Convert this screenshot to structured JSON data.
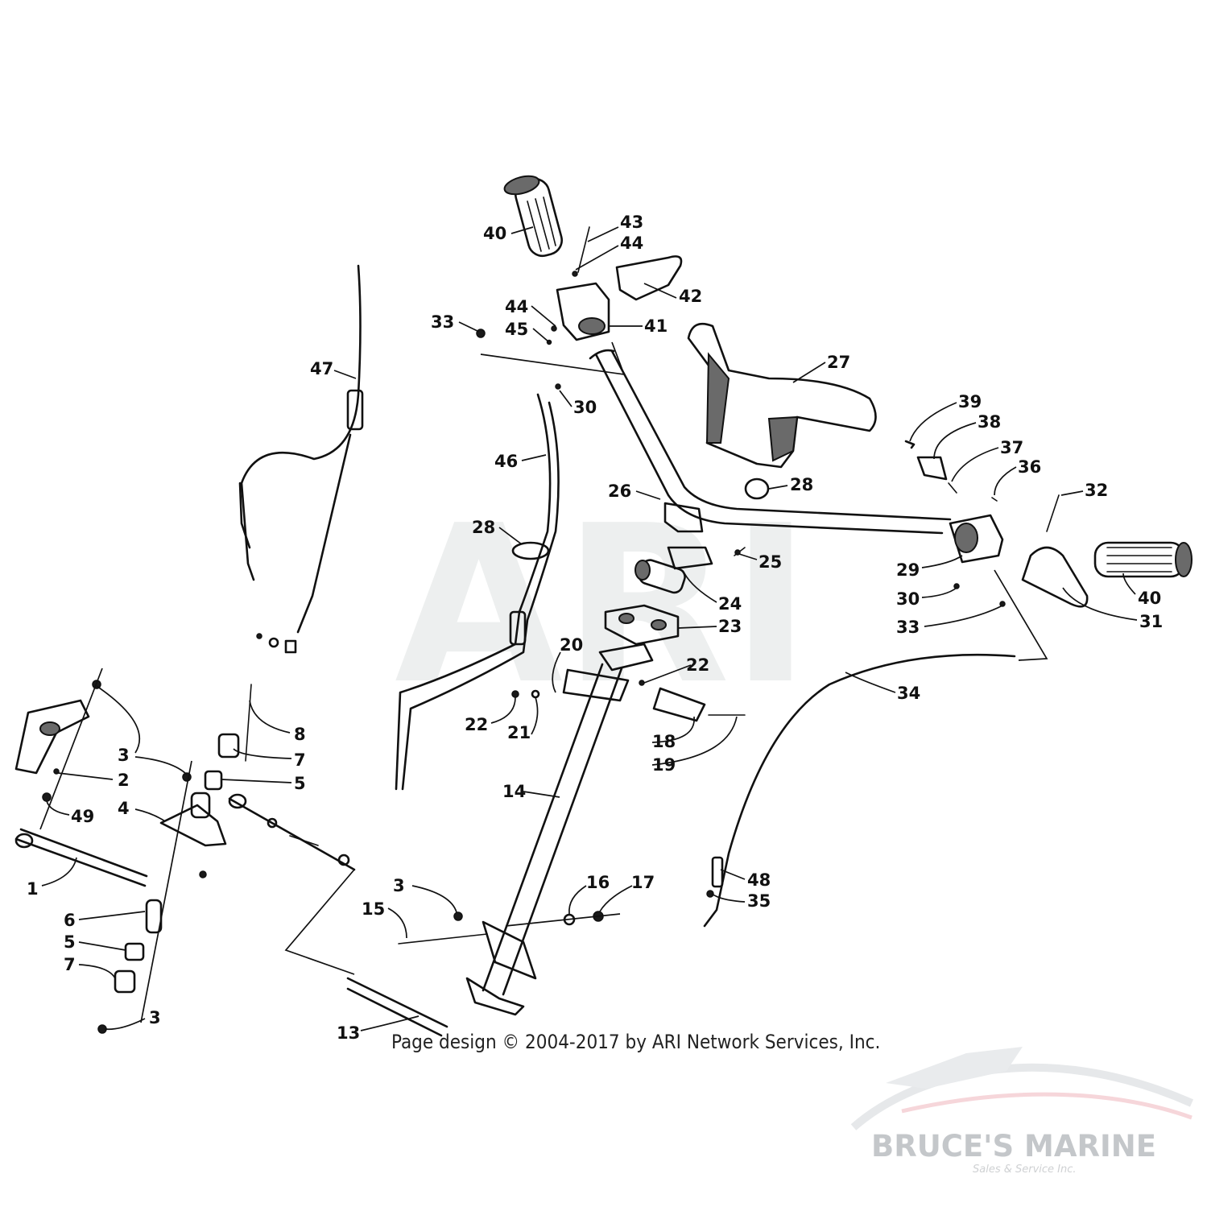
{
  "watermark": {
    "center_text": "ARI",
    "brand_name": "BRUCE'S MARINE",
    "brand_subtitle": "Sales & Service Inc."
  },
  "copyright": "Page design © 2004-2017 by ARI Network Services, Inc.",
  "callouts": [
    {
      "label": "40"
    },
    {
      "label": "43"
    },
    {
      "label": "44"
    },
    {
      "label": "42"
    },
    {
      "label": "44"
    },
    {
      "label": "45"
    },
    {
      "label": "41"
    },
    {
      "label": "33"
    },
    {
      "label": "27"
    },
    {
      "label": "47"
    },
    {
      "label": "30"
    },
    {
      "label": "39"
    },
    {
      "label": "38"
    },
    {
      "label": "37"
    },
    {
      "label": "36"
    },
    {
      "label": "46"
    },
    {
      "label": "28"
    },
    {
      "label": "26"
    },
    {
      "label": "32"
    },
    {
      "label": "28"
    },
    {
      "label": "25"
    },
    {
      "label": "29"
    },
    {
      "label": "30"
    },
    {
      "label": "40"
    },
    {
      "label": "24"
    },
    {
      "label": "33"
    },
    {
      "label": "31"
    },
    {
      "label": "23"
    },
    {
      "label": "20"
    },
    {
      "label": "22"
    },
    {
      "label": "34"
    },
    {
      "label": "22"
    },
    {
      "label": "21"
    },
    {
      "label": "18"
    },
    {
      "label": "19"
    },
    {
      "label": "8"
    },
    {
      "label": "3"
    },
    {
      "label": "7"
    },
    {
      "label": "2"
    },
    {
      "label": "5"
    },
    {
      "label": "4"
    },
    {
      "label": "49"
    },
    {
      "label": "14"
    },
    {
      "label": "1"
    },
    {
      "label": "48"
    },
    {
      "label": "35"
    },
    {
      "label": "3"
    },
    {
      "label": "16"
    },
    {
      "label": "17"
    },
    {
      "label": "15"
    },
    {
      "label": "6"
    },
    {
      "label": "5"
    },
    {
      "label": "7"
    },
    {
      "label": "3"
    },
    {
      "label": "13"
    }
  ]
}
